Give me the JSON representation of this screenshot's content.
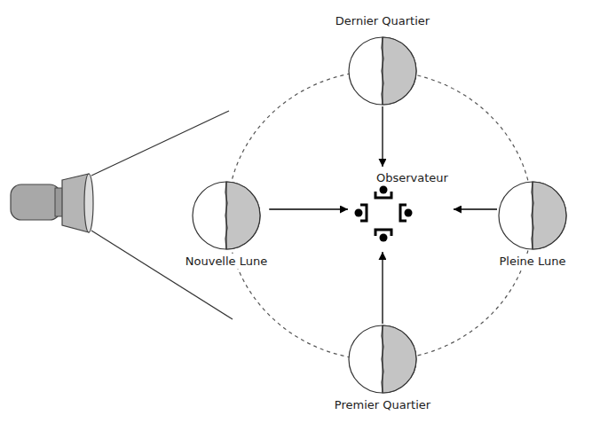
{
  "diagram": {
    "nodes": [
      {
        "text": [
          "Dernier Quartier"
        ]
      },
      {
        "text": [
          "Nouvelle Lune"
        ]
      },
      {
        "text": [
          "Observateur"
        ]
      },
      {
        "text": [
          "Pleine Lune"
        ]
      },
      {
        "text": [
          "Premier Quartier"
        ]
      }
    ],
    "edges": [
      {
        "from": 0,
        "to": 2,
        "arrow": "to"
      },
      {
        "from": 1,
        "to": 2,
        "arrow": "to"
      },
      {
        "from": 3,
        "to": 2,
        "arrow": "to"
      },
      {
        "from": 4,
        "to": 2,
        "arrow": "to"
      }
    ]
  }
}
